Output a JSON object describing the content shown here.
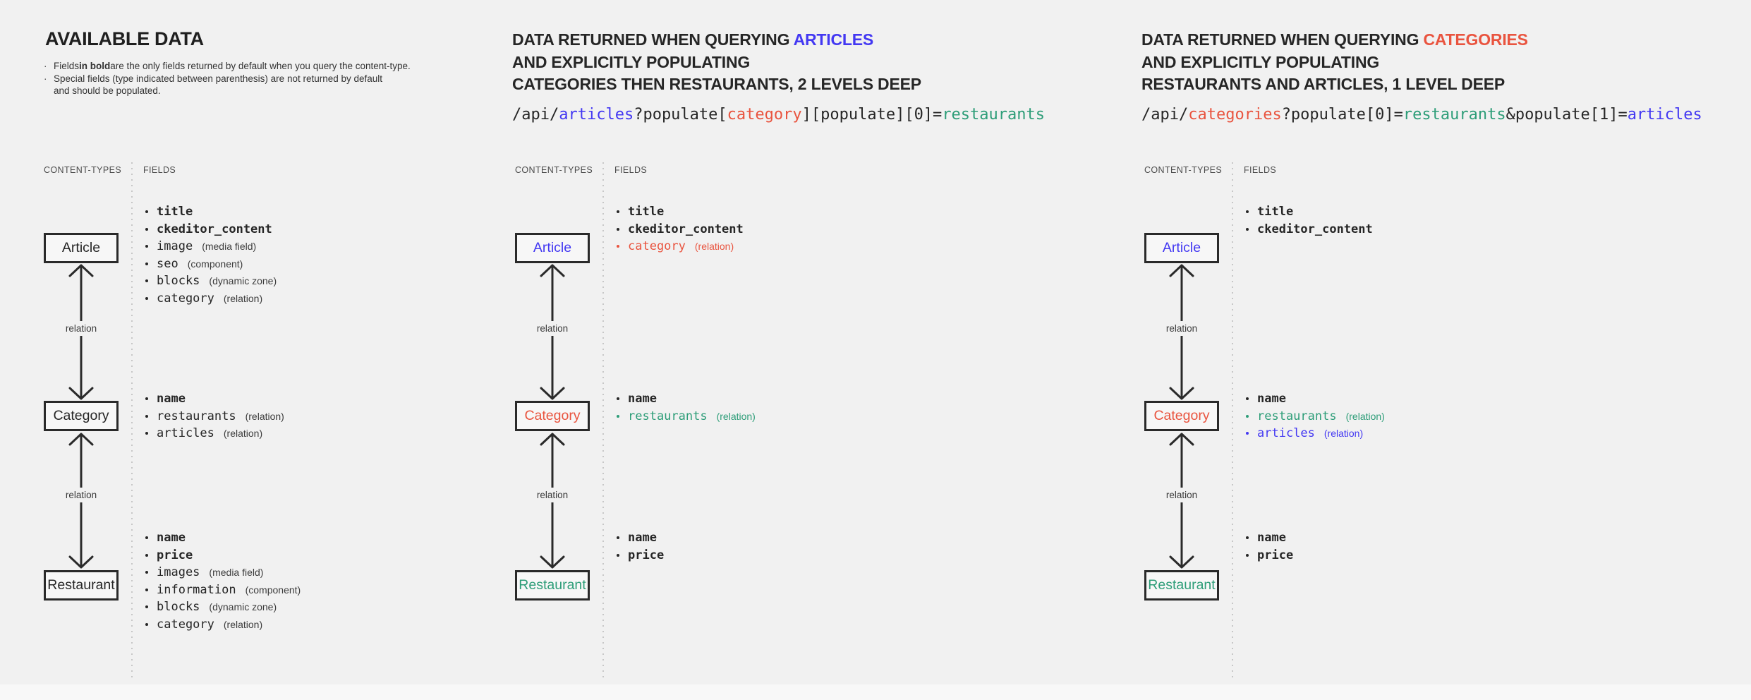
{
  "palette": {
    "background": "#f1f1f1",
    "text_dark": "#262626",
    "blue": "#4338f2",
    "red": "#e9543f",
    "green": "#2d9d78",
    "divider_dots": "#c7c7c7",
    "box_border": "#2a2a2a"
  },
  "columns": [
    {
      "title_text": "AVAILABLE DATA",
      "notes": [
        {
          "bullet": true,
          "segments": [
            {
              "text": "Fields "
            },
            {
              "text": "in bold",
              "bold": true
            },
            {
              "text": " are the only fields returned by default when you query the content-type."
            }
          ]
        },
        {
          "bullet": true,
          "segments": [
            {
              "text": "Special fields (type indicated between parenthesis) are not returned by default"
            }
          ]
        },
        {
          "bullet": false,
          "segments": [
            {
              "text": "and should be populated."
            }
          ]
        }
      ],
      "content_types_label": "CONTENT-TYPES",
      "fields_label": "FIELDS",
      "boxes": {
        "article": {
          "label": "Article",
          "color": "dark"
        },
        "category": {
          "label": "Category",
          "color": "dark"
        },
        "restaurant": {
          "label": "Restaurant",
          "color": "dark"
        }
      },
      "relation_labels": [
        "relation",
        "relation"
      ],
      "article_fields": [
        {
          "name": "title",
          "bold": true
        },
        {
          "name": "ckeditor_content",
          "bold": true
        },
        {
          "name": "image",
          "suffix": "(media field)"
        },
        {
          "name": "seo",
          "suffix": "(component)"
        },
        {
          "name": "blocks",
          "suffix": "(dynamic zone)"
        },
        {
          "name": "category",
          "suffix": "(relation)"
        }
      ],
      "category_fields": [
        {
          "name": "name",
          "bold": true
        },
        {
          "name": "restaurants",
          "suffix": "(relation)"
        },
        {
          "name": "articles",
          "suffix": "(relation)"
        }
      ],
      "restaurant_fields": [
        {
          "name": "name",
          "bold": true
        },
        {
          "name": "price",
          "bold": true
        },
        {
          "name": "images",
          "suffix": "(media field)"
        },
        {
          "name": "information",
          "suffix": "(component)"
        },
        {
          "name": "blocks",
          "suffix": "(dynamic zone)"
        },
        {
          "name": "category",
          "suffix": "(relation)"
        }
      ]
    },
    {
      "title_lines": [
        [
          {
            "text": "DATA RETURNED WHEN QUERYING "
          },
          {
            "text": "ARTICLES",
            "color": "blue"
          }
        ],
        [
          {
            "text": "AND EXPLICITLY POPULATING"
          }
        ],
        [
          {
            "text": "CATEGORIES THEN RESTAURANTS, 2 LEVELS DEEP"
          }
        ]
      ],
      "url_segments": [
        {
          "text": "/api/"
        },
        {
          "text": "articles",
          "color": "blue"
        },
        {
          "text": "?populate["
        },
        {
          "text": "category",
          "color": "red"
        },
        {
          "text": "][populate][0]="
        },
        {
          "text": "restaurants",
          "color": "green"
        }
      ],
      "content_types_label": "CONTENT-TYPES",
      "fields_label": "FIELDS",
      "boxes": {
        "article": {
          "label": "Article",
          "color": "blue"
        },
        "category": {
          "label": "Category",
          "color": "red"
        },
        "restaurant": {
          "label": "Restaurant",
          "color": "green"
        }
      },
      "relation_labels": [
        "relation",
        "relation"
      ],
      "article_fields": [
        {
          "name": "title",
          "bold": true
        },
        {
          "name": "ckeditor_content",
          "bold": true
        },
        {
          "name": "category",
          "suffix": "(relation)",
          "color": "red"
        }
      ],
      "category_fields": [
        {
          "name": "name",
          "bold": true
        },
        {
          "name": "restaurants",
          "suffix": "(relation)",
          "color": "green"
        }
      ],
      "restaurant_fields": [
        {
          "name": "name",
          "bold": true
        },
        {
          "name": "price",
          "bold": true
        }
      ]
    },
    {
      "title_lines": [
        [
          {
            "text": "DATA RETURNED WHEN QUERYING "
          },
          {
            "text": "CATEGORIES",
            "color": "red"
          }
        ],
        [
          {
            "text": "AND EXPLICITLY POPULATING"
          }
        ],
        [
          {
            "text": "RESTAURANTS AND ARTICLES, 1 LEVEL DEEP"
          }
        ]
      ],
      "url_segments": [
        {
          "text": "/api/"
        },
        {
          "text": "categories",
          "color": "red"
        },
        {
          "text": "?populate[0]="
        },
        {
          "text": "restaurants",
          "color": "green"
        },
        {
          "text": "&populate[1]="
        },
        {
          "text": "articles",
          "color": "blue"
        }
      ],
      "content_types_label": "CONTENT-TYPES",
      "fields_label": "FIELDS",
      "boxes": {
        "article": {
          "label": "Article",
          "color": "blue"
        },
        "category": {
          "label": "Category",
          "color": "red"
        },
        "restaurant": {
          "label": "Restaurant",
          "color": "green"
        }
      },
      "relation_labels": [
        "relation",
        "relation"
      ],
      "article_fields": [
        {
          "name": "title",
          "bold": true
        },
        {
          "name": "ckeditor_content",
          "bold": true
        }
      ],
      "category_fields": [
        {
          "name": "name",
          "bold": true
        },
        {
          "name": "restaurants",
          "suffix": "(relation)",
          "color": "green"
        },
        {
          "name": "articles",
          "suffix": "(relation)",
          "color": "blue"
        }
      ],
      "restaurant_fields": [
        {
          "name": "name",
          "bold": true
        },
        {
          "name": "price",
          "bold": true
        }
      ]
    }
  ]
}
